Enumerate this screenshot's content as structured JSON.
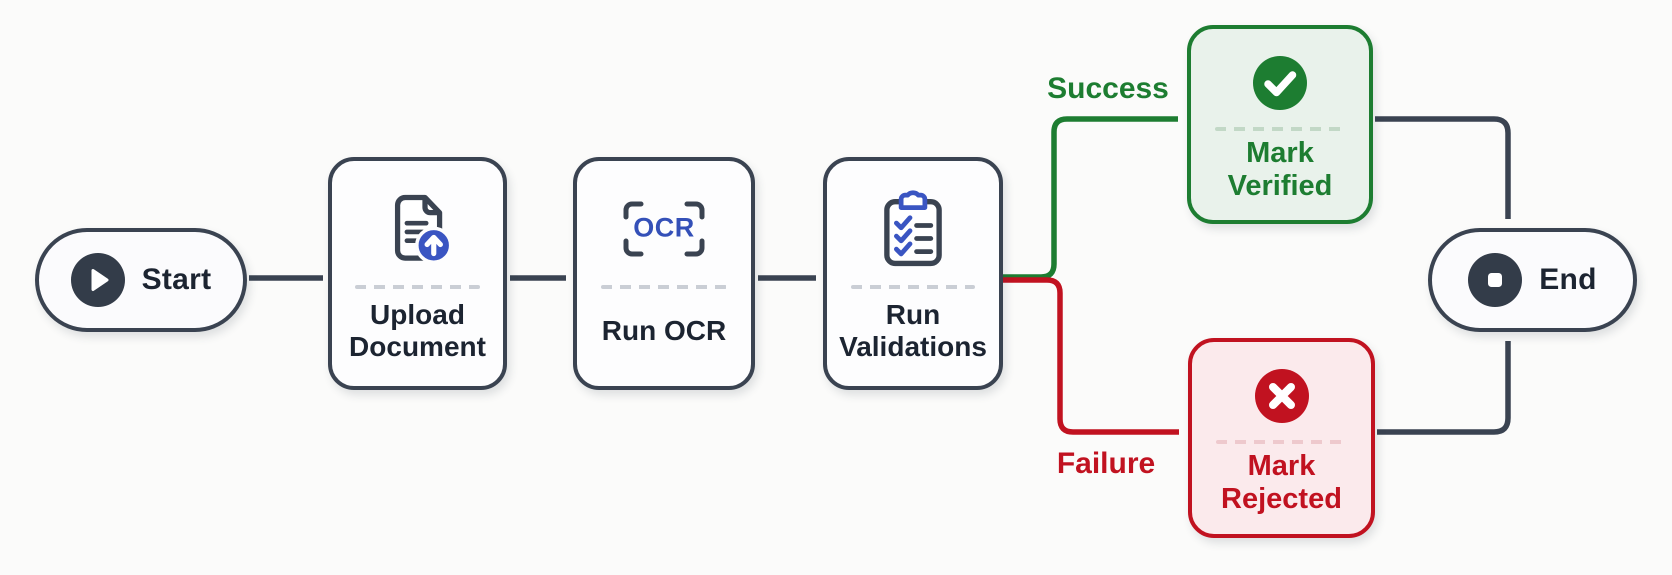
{
  "diagram": {
    "nodes": {
      "start": {
        "label": "Start",
        "icon": "play-icon"
      },
      "upload_document": {
        "label": "Upload Document",
        "icon": "document-upload-icon"
      },
      "run_ocr": {
        "label": "Run OCR",
        "icon": "ocr-scan-icon",
        "icon_text": "OCR"
      },
      "run_validations": {
        "label": "Run Validations",
        "icon": "checklist-clipboard-icon"
      },
      "mark_verified": {
        "label": "Mark Verified",
        "icon": "check-circle-icon"
      },
      "mark_rejected": {
        "label": "Mark Rejected",
        "icon": "x-circle-icon"
      },
      "end": {
        "label": "End",
        "icon": "stop-icon"
      }
    },
    "edges": [
      {
        "from": "start",
        "to": "upload_document"
      },
      {
        "from": "upload_document",
        "to": "run_ocr"
      },
      {
        "from": "run_ocr",
        "to": "run_validations"
      },
      {
        "from": "run_validations",
        "to": "mark_verified",
        "label": "Success"
      },
      {
        "from": "run_validations",
        "to": "mark_rejected",
        "label": "Failure"
      },
      {
        "from": "mark_verified",
        "to": "end"
      },
      {
        "from": "mark_rejected",
        "to": "end"
      }
    ],
    "colors": {
      "node_border_slate": "#3a4351",
      "text_dark": "#1c2431",
      "accent_blue": "#3450b8",
      "success_green": "#1d7d31",
      "success_bg": "#e9f2eb",
      "failure_red": "#c11220",
      "failure_bg": "#fbeaec"
    }
  }
}
